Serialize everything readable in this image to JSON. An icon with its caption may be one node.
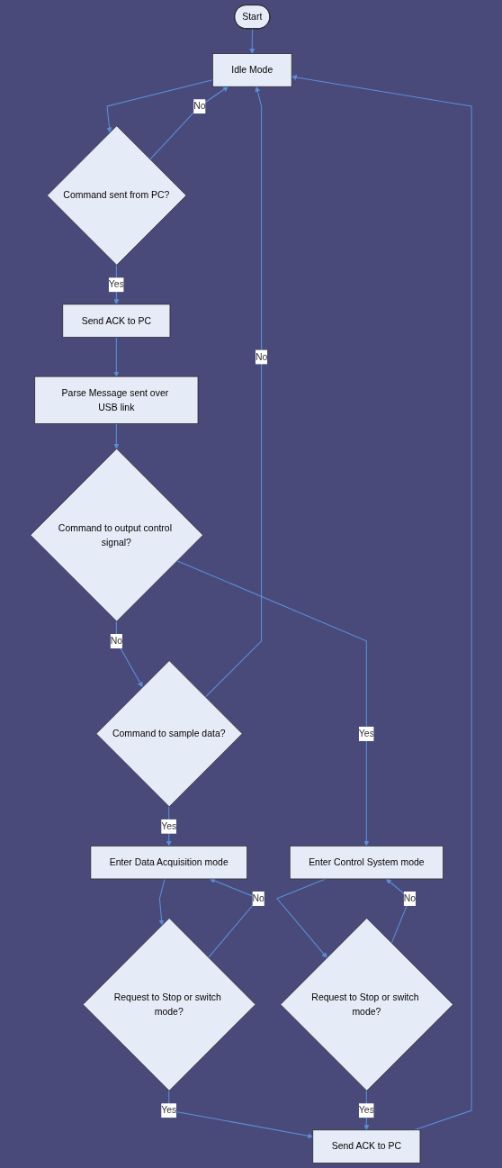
{
  "diagram": {
    "nodes": [
      {
        "text": [
          "Start"
        ]
      },
      {
        "text": [
          "Idle Mode"
        ]
      },
      {
        "text": [
          "Command sent from PC?"
        ]
      },
      {
        "text": [
          "Send ACK to PC"
        ]
      },
      {
        "text": [
          "Parse Message sent over USB link"
        ]
      },
      {
        "text": [
          "Command to output control signal?"
        ]
      },
      {
        "text": [
          "Command to sample data?"
        ]
      },
      {
        "text": [
          "Enter Data Acquisition mode"
        ]
      },
      {
        "text": [
          "Enter Control System mode"
        ]
      },
      {
        "text": [
          "Request to Stop or switch mode?"
        ]
      },
      {
        "text": [
          "Request to Stop or switch mode?"
        ]
      },
      {
        "text": [
          "Send ACK to PC"
        ]
      }
    ],
    "edges": [
      {
        "from": 0,
        "to": 1,
        "arrow": "to"
      },
      {
        "from": 1,
        "to": 2,
        "arrow": "to"
      },
      {
        "from": 2,
        "to": 3,
        "arrow": "to",
        "label": "Yes"
      },
      {
        "from": 2,
        "to": 1,
        "arrow": "to",
        "label": "No"
      },
      {
        "from": 3,
        "to": 4,
        "arrow": "to"
      },
      {
        "from": 4,
        "to": 5,
        "arrow": "to"
      },
      {
        "from": 5,
        "to": 6,
        "arrow": "to",
        "label": "No"
      },
      {
        "from": 6,
        "to": 1,
        "arrow": "to",
        "label": "No"
      },
      {
        "from": 6,
        "to": 7,
        "arrow": "to",
        "label": "Yes"
      },
      {
        "from": 5,
        "to": 8,
        "arrow": "to",
        "label": "Yes"
      },
      {
        "from": 7,
        "to": 9,
        "arrow": "to"
      },
      {
        "from": 8,
        "to": 10,
        "arrow": "to"
      },
      {
        "from": 9,
        "to": 7,
        "arrow": "to",
        "label": "No"
      },
      {
        "from": 10,
        "to": 8,
        "arrow": "to",
        "label": "No"
      },
      {
        "from": 9,
        "to": 11,
        "arrow": "to",
        "label": "Yes"
      },
      {
        "from": 10,
        "to": 11,
        "arrow": "to",
        "label": "Yes"
      },
      {
        "from": 11,
        "to": 1,
        "arrow": "to"
      }
    ]
  }
}
